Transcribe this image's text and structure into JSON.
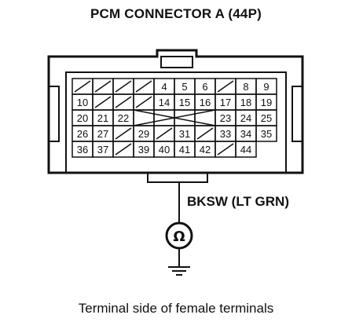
{
  "title": "PCM CONNECTOR A (44P)",
  "caption": "Terminal side of female terminals",
  "wire_label": "BKSW (LT GRN)",
  "meter_symbol": "Ω",
  "meter_icon": "ohmmeter-icon",
  "ground_icon": "ground-icon",
  "connector": {
    "rows": [
      [
        {
          "t": "/"
        },
        {
          "t": "/"
        },
        {
          "t": "/"
        },
        {
          "t": "/"
        },
        {
          "t": "4"
        },
        {
          "t": "5"
        },
        {
          "t": "6"
        },
        {
          "t": "/"
        },
        {
          "t": "8"
        },
        {
          "t": "9"
        }
      ],
      [
        {
          "t": "10"
        },
        {
          "t": "/"
        },
        {
          "t": "/"
        },
        {
          "t": "/"
        },
        {
          "t": "14"
        },
        {
          "t": "15"
        },
        {
          "t": "16"
        },
        {
          "t": "17"
        },
        {
          "t": "18"
        },
        {
          "t": "19"
        }
      ],
      [
        {
          "t": "20"
        },
        {
          "t": "21"
        },
        {
          "t": "22"
        },
        {
          "t": "X"
        },
        {
          "t": "X"
        },
        {
          "t": "X"
        },
        {
          "t": "X"
        },
        {
          "t": "23"
        },
        {
          "t": "24"
        },
        {
          "t": "25"
        }
      ],
      [
        {
          "t": "26"
        },
        {
          "t": "27"
        },
        {
          "t": "/"
        },
        {
          "t": "29"
        },
        {
          "t": "/"
        },
        {
          "t": "31"
        },
        {
          "t": "/"
        },
        {
          "t": "33"
        },
        {
          "t": "34"
        },
        {
          "t": "35"
        }
      ],
      [
        {
          "t": "36"
        },
        {
          "t": "37"
        },
        {
          "t": "/"
        },
        {
          "t": "39"
        },
        {
          "t": "40"
        },
        {
          "t": "41"
        },
        {
          "t": "42"
        },
        {
          "t": "/"
        },
        {
          "t": "44"
        }
      ]
    ]
  },
  "highlighted_terminal": "41"
}
